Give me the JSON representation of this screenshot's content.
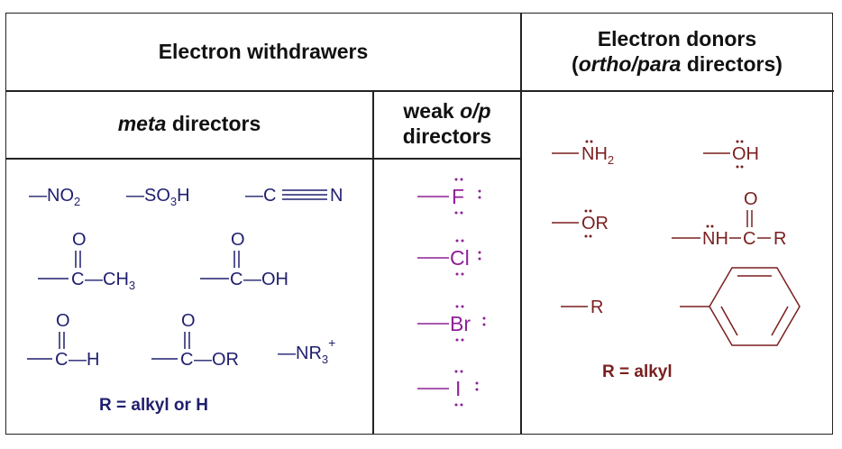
{
  "headers": {
    "withdrawers": "Electron withdrawers",
    "donors_line1": "Electron donors",
    "donors_italic": "ortho/para",
    "donors_after": " directors)",
    "meta_italic": "meta",
    "meta_rest": " directors",
    "weak_line1_prefix": "weak ",
    "weak_line1_italic": "o/p",
    "weak_line2": "directors"
  },
  "meta_groups": {
    "nitro": [
      "—NO",
      "2"
    ],
    "sulfonic": [
      "—SO",
      "3",
      "H"
    ],
    "nitrile": [
      "—C",
      "N"
    ],
    "ketone": [
      "O",
      "C",
      "—CH",
      "3"
    ],
    "acid": [
      "O",
      "C",
      "—OH"
    ],
    "aldehyde": [
      "O",
      "C",
      "—H"
    ],
    "ester": [
      "O",
      "C",
      "—OR"
    ],
    "ammonium": [
      "—NR",
      "3",
      "+"
    ],
    "note": "R = alkyl or H"
  },
  "halogens": [
    "F",
    "Cl",
    "Br",
    "I"
  ],
  "donor_groups": {
    "amine": [
      "NH",
      "2"
    ],
    "hydroxyl": "OH",
    "ether": "OR",
    "amide": [
      "NH",
      "C",
      "O",
      "R"
    ],
    "alkyl": "R",
    "note": "R = alkyl"
  },
  "colors": {
    "meta": "#1f1f6e",
    "halogen": "#8e2196",
    "donor": "#7a1f1f",
    "border": "#222222"
  }
}
